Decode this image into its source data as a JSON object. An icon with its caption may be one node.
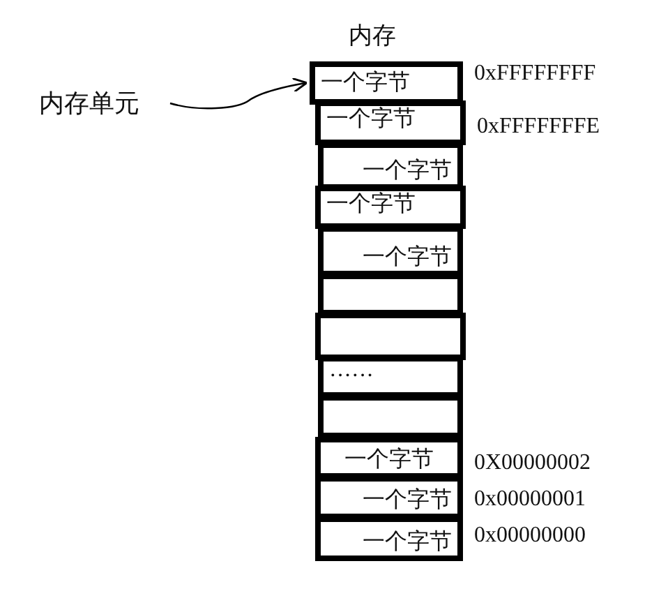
{
  "diagram": {
    "title": "内存",
    "nodes": [
      {
        "text": [
          "内存单元"
        ]
      },
      {
        "text": [
          "一个字节"
        ],
        "beside": [
          "0xFFFFFFFF"
        ]
      },
      {
        "text": [
          "一个字节"
        ],
        "beside": [
          "0xFFFFFFFE"
        ]
      },
      {
        "text": [
          "一个字节"
        ]
      },
      {
        "text": [
          "一个字节"
        ]
      },
      {
        "text": [
          "一个字节"
        ]
      },
      {
        "text": [],
        "shape": "box"
      },
      {
        "text": [],
        "shape": "box"
      },
      {
        "text": [
          "······"
        ]
      },
      {
        "text": [],
        "shape": "box"
      },
      {
        "text": [
          "一个字节"
        ],
        "beside": [
          "0X00000002"
        ]
      },
      {
        "text": [
          "一个字节"
        ],
        "beside": [
          "0x00000001"
        ]
      },
      {
        "text": [
          "一个字节"
        ],
        "beside": [
          "0x00000000"
        ]
      }
    ],
    "edges": [
      {
        "from": 0,
        "to": 1,
        "arrow": "to"
      }
    ]
  }
}
